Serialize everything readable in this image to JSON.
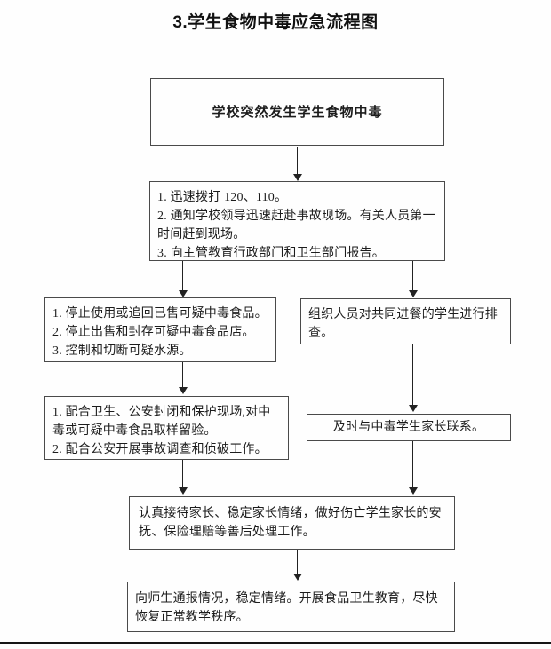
{
  "page": {
    "title": "3.学生食物中毒应急流程图"
  },
  "flow": {
    "start": {
      "text": "学校突然发生学生食物中毒"
    },
    "initial_response": {
      "lines": [
        "1. 迅速拨打 120、110。",
        "2. 通知学校领导迅速赶赴事故现场。有关人员第一时间赶到现场。",
        "3. 向主管教育行政部门和卫生部门报告。"
      ]
    },
    "food_control": {
      "lines": [
        "1. 停止使用或追回已售可疑中毒食品。",
        "2. 停止出售和封存可疑中毒食品店。",
        "3. 控制和切断可疑水源。"
      ]
    },
    "student_screening": {
      "text": "组织人员对共同进餐的学生进行排查。"
    },
    "investigation": {
      "lines": [
        "1. 配合卫生、公安封闭和保护现场,对中毒或可疑中毒食品取样留验。",
        "2. 配合公安开展事故调查和侦破工作。"
      ]
    },
    "contact_parents": {
      "text": "及时与中毒学生家长联系。"
    },
    "family_reception": {
      "text": "认真接待家长、稳定家长情绪，做好伤亡学生家长的安抚、保险理赔等善后处理工作。"
    },
    "notify_restore": {
      "text": "向师生通报情况，稳定情绪。开展食品卫生教育，尽快恢复正常教学秩序。"
    }
  }
}
